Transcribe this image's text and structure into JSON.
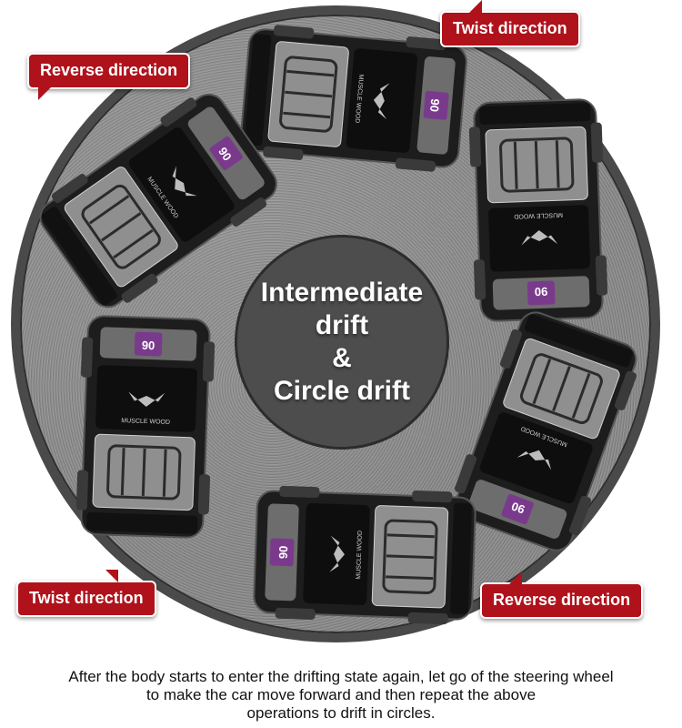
{
  "hub": {
    "line1": "Intermediate",
    "line2": "drift",
    "line3": "&",
    "line4": "Circle drift"
  },
  "callouts": {
    "twist_top": "Twist direction",
    "reverse_top": "Reverse direction",
    "twist_bottom": "Twist direction",
    "reverse_bottom": "Reverse direction"
  },
  "car": {
    "badge": "90",
    "brand": "MUSCLE WOOD"
  },
  "caption": {
    "line1": "After the body starts to enter the drifting state again, let go of the steering wheel",
    "line2": "to make the car move forward and then repeat the above",
    "line3": "operations to drift in circles."
  },
  "colors": {
    "callout": "#b0121b",
    "track": "#858585",
    "hub": "#4d4d4d",
    "accent": "#7a3a8c"
  }
}
